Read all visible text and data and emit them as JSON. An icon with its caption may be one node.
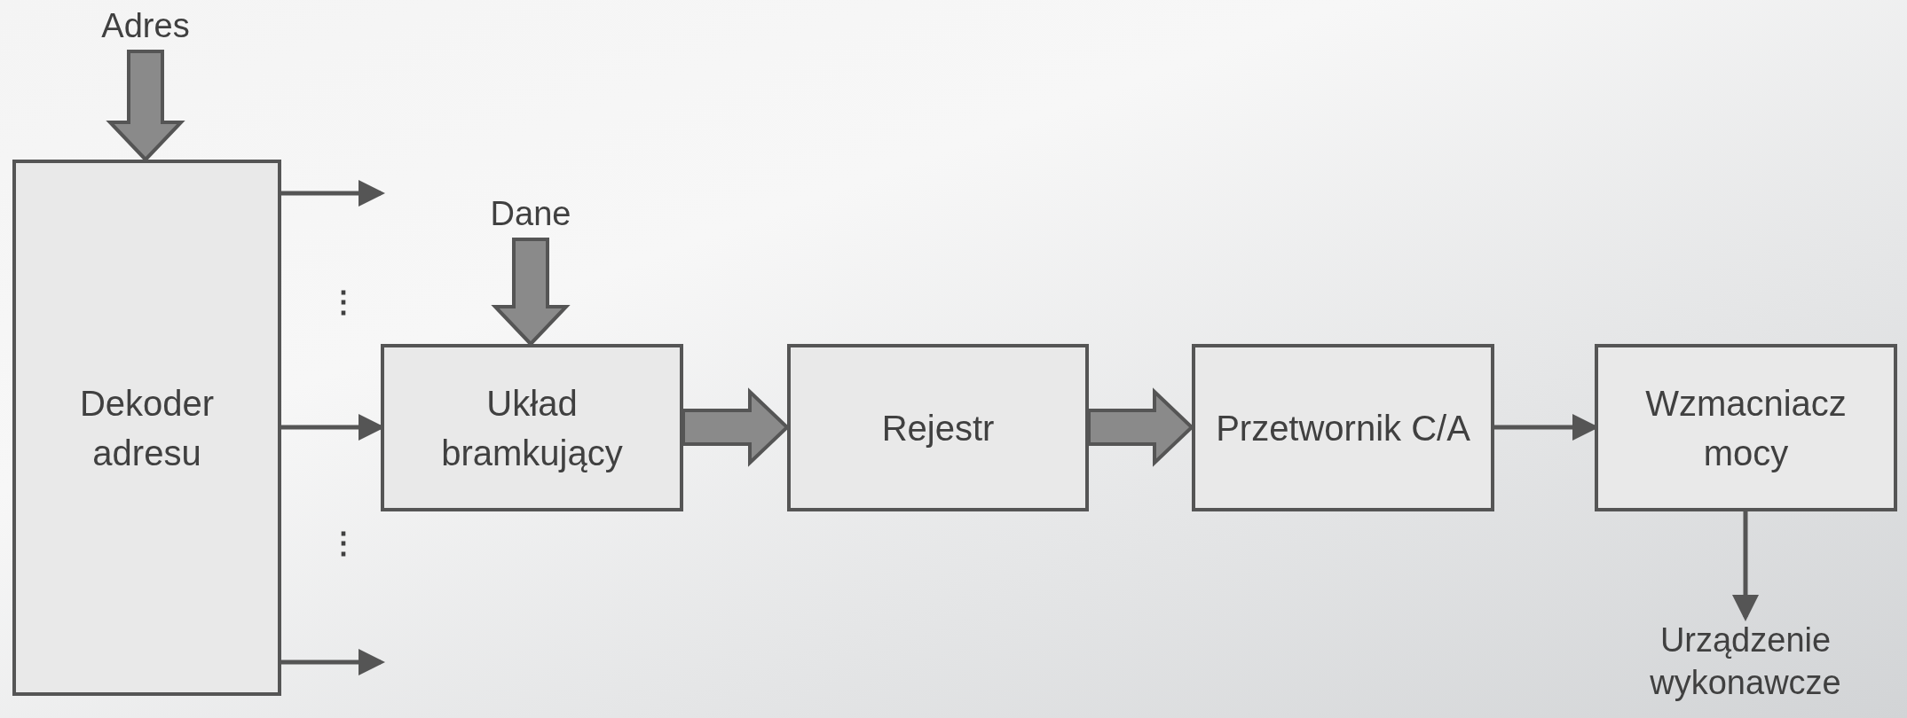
{
  "diagram": {
    "nodes": [
      {
        "text": [
          "Adres"
        ]
      },
      {
        "text": [
          "Dekoder adresu"
        ]
      },
      {
        "text": [
          "Dane"
        ]
      },
      {
        "text": [
          "Układ bramkujący"
        ]
      },
      {
        "text": [
          "Rejestr"
        ]
      },
      {
        "text": [
          "Przetwornik C/A"
        ]
      },
      {
        "text": [
          "Wzmacniacz mocy"
        ]
      },
      {
        "text": [
          "Urządzenie wykonawcze"
        ]
      }
    ],
    "edges": [
      {
        "from": 0,
        "to": 1,
        "arrow": "to",
        "style": "thick"
      },
      {
        "from": 1,
        "to": null,
        "arrow": "to"
      },
      {
        "from": 1,
        "to": 3,
        "arrow": "to"
      },
      {
        "from": 1,
        "to": null,
        "arrow": "to"
      },
      {
        "from": 2,
        "to": 3,
        "arrow": "to",
        "style": "thick"
      },
      {
        "from": 3,
        "to": 4,
        "arrow": "to",
        "style": "thick"
      },
      {
        "from": 4,
        "to": 5,
        "arrow": "to",
        "style": "thick"
      },
      {
        "from": 5,
        "to": 6,
        "arrow": "to"
      },
      {
        "from": 6,
        "to": 7,
        "arrow": "to"
      }
    ],
    "labels": [
      "⋮",
      "⋮"
    ]
  }
}
